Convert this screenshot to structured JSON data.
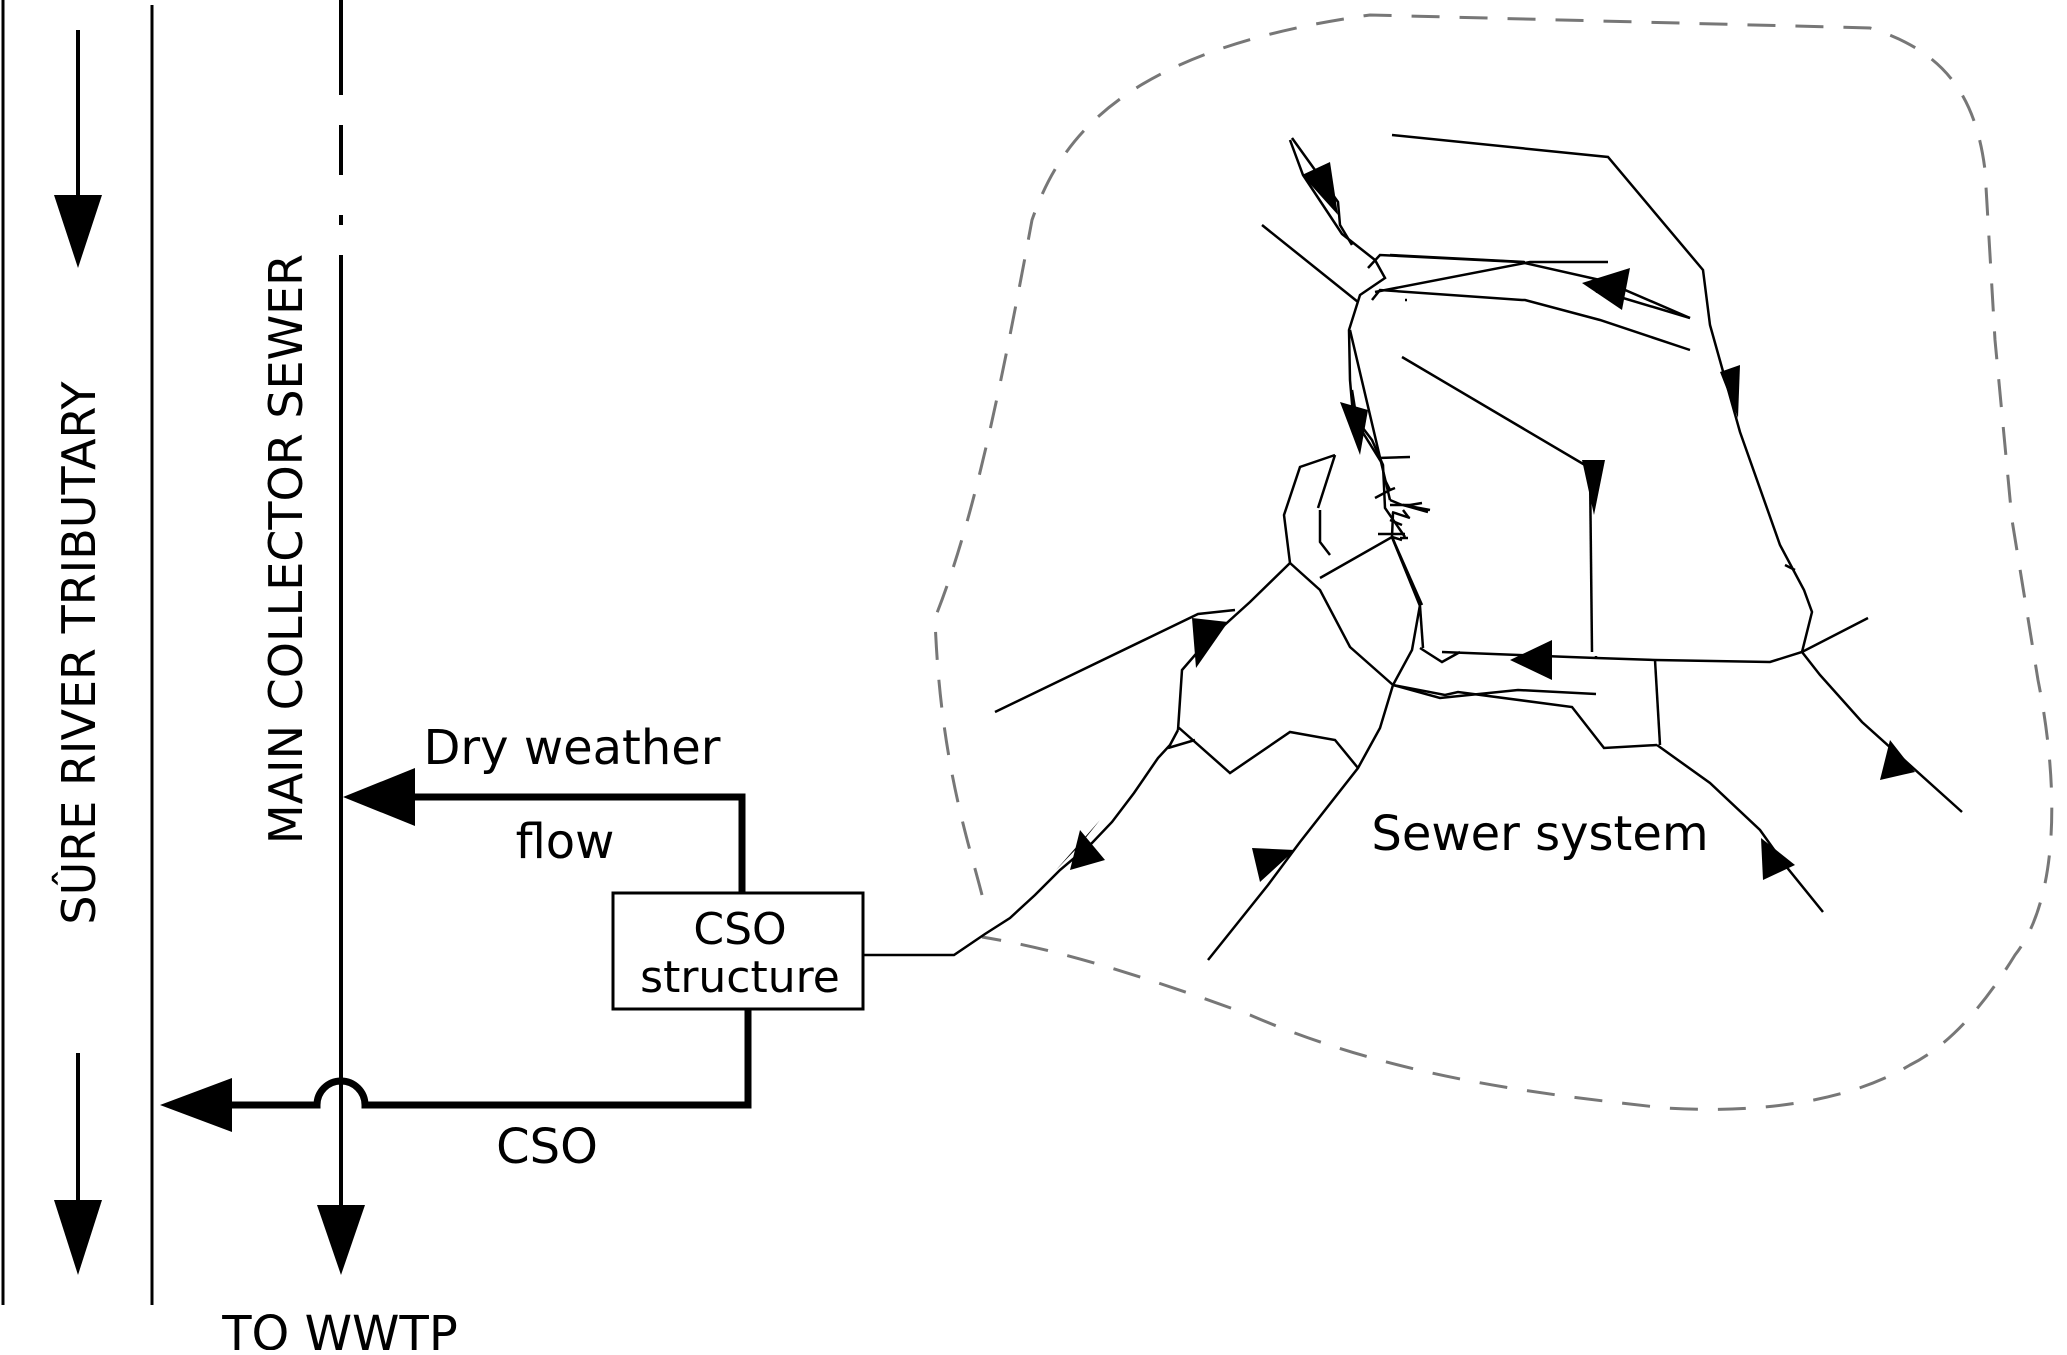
{
  "labels": {
    "river": "SÛRE RIVER TRIBUTARY",
    "collector": "MAIN COLLECTOR SEWER",
    "dry_weather_line1": "Dry weather",
    "dry_weather_line2": "flow",
    "cso_box_line1": "CSO",
    "cso_box_line2": "structure",
    "cso_flow": "CSO",
    "to_wwtp": "TO WWTP",
    "sewer_system": "Sewer system"
  },
  "colors": {
    "line": "#000000",
    "catchment_boundary": "#777777"
  }
}
